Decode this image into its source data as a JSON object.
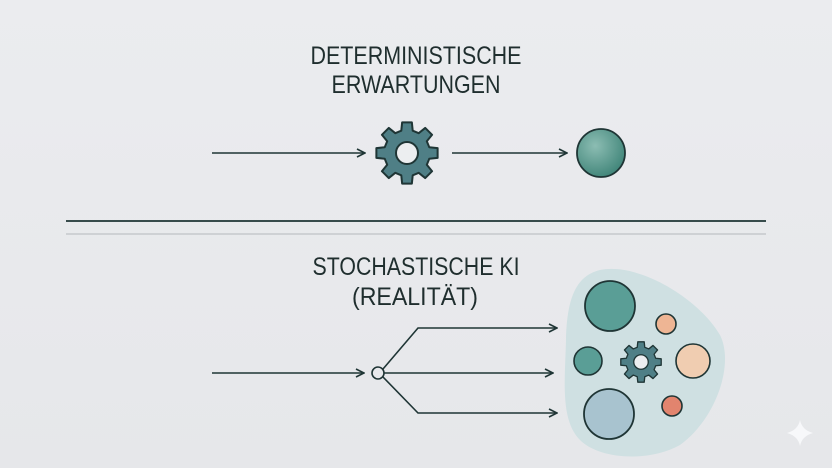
{
  "top_section": {
    "title_line1": "DETERMINISTISCHE",
    "title_line2": "ERWARTUNGEN",
    "input": "arrow",
    "process_icon": "gear-icon",
    "output_icon": "sphere-icon"
  },
  "bottom_section": {
    "title_line1": "STOCHASTISCHE KI",
    "title_line2": "(REALITÄT)",
    "branches": 3,
    "process_icon": "gear-icon"
  },
  "colors": {
    "background": "#e8e9ec",
    "line": "#1f3535",
    "gear": "#4f7f86",
    "teal": "#5a9e96",
    "blob": "#cfe0e2",
    "orange_light": "#eeb594",
    "peach": "#f0cdb1",
    "red": "#e2846e",
    "blue_gray": "#a8c3cf"
  }
}
